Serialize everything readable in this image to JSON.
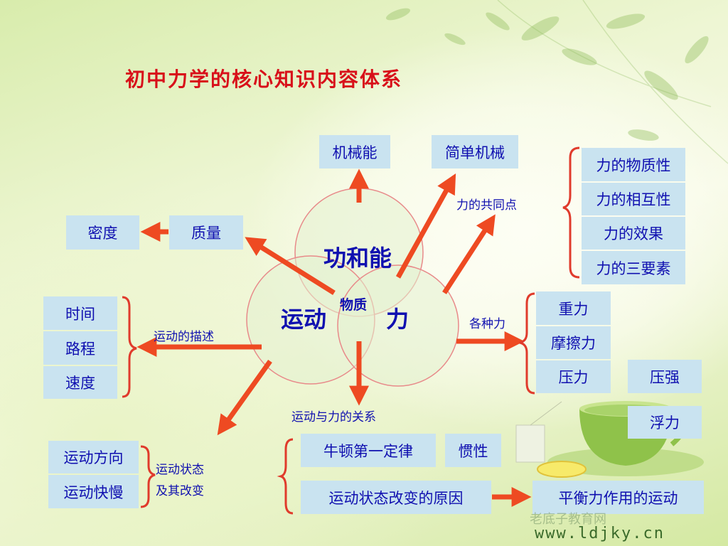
{
  "title": "初中力学的核心知识内容体系",
  "circles": {
    "top": "功和能",
    "left": "运动",
    "right": "力",
    "center": "物质"
  },
  "boxes": {
    "mechanical_energy": "机械能",
    "simple_machine": "简单机械",
    "density": "密度",
    "mass": "质量",
    "time": "时间",
    "distance": "路程",
    "speed": "速度",
    "motion_direction": "运动方向",
    "motion_speed": "运动快慢",
    "newton_first_law": "牛顿第一定律",
    "inertia": "惯性",
    "motion_change_cause": "运动状态改变的原因",
    "balanced_force_motion": "平衡力作用的运动",
    "gravity": "重力",
    "friction": "摩擦力",
    "pressure_force": "压力",
    "pressure": "压强",
    "buoyancy": "浮力",
    "force_material": "力的物质性",
    "force_mutual": "力的相互性",
    "force_effect": "力的效果",
    "force_three_elements": "力的三要素"
  },
  "labels": {
    "force_common": "力的共同点",
    "motion_description": "运动的描述",
    "various_forces": "各种力",
    "motion_force_relation": "运动与力的关系",
    "motion_state_line1": "运动状态",
    "motion_state_line2": "及其改变"
  },
  "footer": {
    "url": "www.ldjky.cn",
    "watermark": "老底子教育网"
  },
  "colors": {
    "arrow": "#ee4a22",
    "bracket": "#e03b2c",
    "text": "#1010b0",
    "title": "#d8101a",
    "box": "#c9e3f0"
  }
}
